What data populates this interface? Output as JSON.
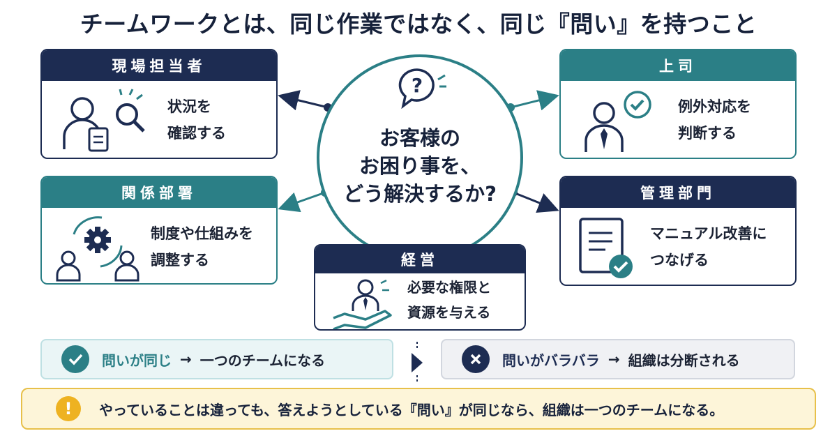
{
  "title": "チームワークとは、同じ作業ではなく、同じ『問い』を持つこと",
  "center": {
    "question_mark": "?",
    "lines": [
      "お客様の",
      "お困り事を、",
      "どう解決するか?"
    ]
  },
  "roles": {
    "field": {
      "title": "現場担当者",
      "lines": [
        "状況を",
        "確認する"
      ],
      "icon": "person-magnifier-icon"
    },
    "boss": {
      "title": "上司",
      "lines": [
        "例外対応を",
        "判断する"
      ],
      "icon": "businessperson-check-icon"
    },
    "related": {
      "title": "関係部署",
      "lines": [
        "制度や仕組みを",
        "調整する"
      ],
      "icon": "gear-people-icon"
    },
    "admin": {
      "title": "管理部門",
      "lines": [
        "マニュアル改善に",
        "つなげる"
      ],
      "icon": "document-check-icon"
    },
    "management": {
      "title": "経営",
      "lines": [
        "必要な権限と",
        "資源を与える"
      ],
      "icon": "hand-support-icon"
    }
  },
  "comparison": {
    "same": {
      "strong": "問いが同じ",
      "arrow": "→",
      "rest": "一つのチームになる",
      "icon": "check-icon"
    },
    "diff": {
      "strong": "問いがバラバラ",
      "arrow": "→",
      "rest": "組織は分断される",
      "icon": "cross-icon"
    }
  },
  "note": {
    "icon": "!",
    "text": "やっていることは違っても、答えようとしている『問い』が同じなら、組織は一つのチームになる。"
  },
  "colors": {
    "navy": "#1d2c52",
    "teal": "#2b7f86",
    "yellow": "#eeb221"
  }
}
